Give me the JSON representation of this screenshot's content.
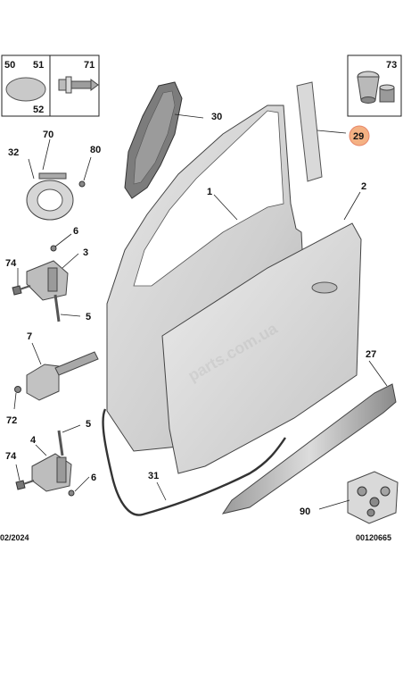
{
  "labels": {
    "p50": "50",
    "p51": "51",
    "p52": "52",
    "p71": "71",
    "p73": "73",
    "p30": "30",
    "p29": "29",
    "p70": "70",
    "p80": "80",
    "p32": "32",
    "p1": "1",
    "p2": "2",
    "p6a": "6",
    "p3": "3",
    "p74a": "74",
    "p5a": "5",
    "p7": "7",
    "p72": "72",
    "p5b": "5",
    "p4": "4",
    "p74b": "74",
    "p6b": "6",
    "p27": "27",
    "p31": "31",
    "p90": "90"
  },
  "footer": {
    "date": "02/2024",
    "code": "00120665"
  },
  "watermark": "parts.com.ua",
  "colors": {
    "highlight": "#f4b183",
    "highlight_ring": "#e8876a"
  }
}
